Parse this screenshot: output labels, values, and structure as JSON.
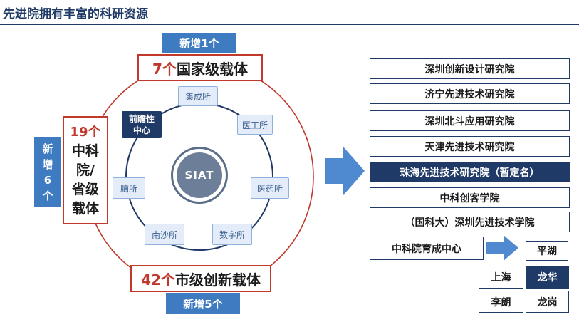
{
  "title": "先进院拥有丰富的科研资源",
  "top_tag": "新增1个",
  "national": {
    "num": "7个",
    "label": "国家级载体"
  },
  "left_tag": [
    "新",
    "增",
    "6",
    "个"
  ],
  "cas": {
    "num": "19个",
    "lines": [
      "中科",
      "院/",
      "省级",
      "载体"
    ]
  },
  "municipal": {
    "num": "42个",
    "label": "市级创新载体"
  },
  "bottom_tag": "新增5个",
  "logo": {
    "text": "SIAT"
  },
  "ring": {
    "jcs": "集成所",
    "qzx": [
      "前瞻性",
      "中心"
    ],
    "ygs": "医工所",
    "yys": "医药所",
    "szs": "数字所",
    "nss": "南沙所",
    "ns": "脑所"
  },
  "institutes": [
    "深圳创新设计研究院",
    "济宁先进技术研究院",
    "深圳北斗应用研究院",
    "天津先进技术研究院",
    "珠海先进技术研究院（暂定名）",
    "中科创客学院",
    "（国科大）深圳先进技术学院"
  ],
  "incubator": "中科院育成中心",
  "districts": {
    "pinghu": "平湖",
    "shanghai": "上海",
    "longhua": "龙华",
    "lilang": "李朗",
    "longgang": "龙岗"
  }
}
